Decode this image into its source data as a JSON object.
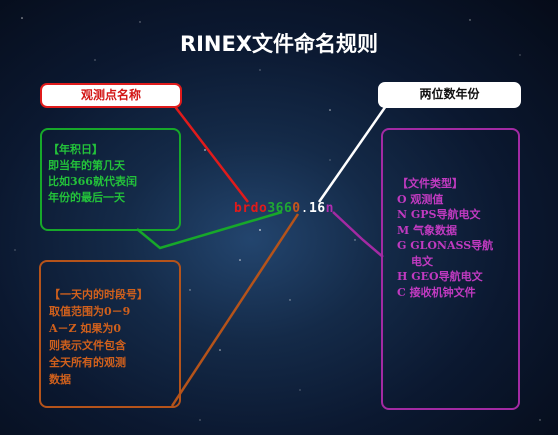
{
  "title": "RINEX文件命名规则",
  "labels": {
    "station": "观测点名称",
    "year": "两位数年份"
  },
  "filename": {
    "station": "brdo",
    "day": "366",
    "hour": "0",
    "dot": ".",
    "year": "16",
    "type": "n"
  },
  "day_of_year_box": [
    "【年积日】",
    "即当年的第几天",
    "比如366就代表闰",
    "年份的最后一天"
  ],
  "hour_box": [
    "【一天内的时段号】",
    "取值范围为0－9",
    "A－Z 如果为0",
    "则表示文件包含",
    "全天所有的观测",
    "数据"
  ],
  "type_box": [
    "【文件类型】",
    "O 观测值",
    "N GPS导航电文",
    "M 气象数据",
    "G GLONASS导航",
    "电文",
    "H GEO导航电文",
    "C 接收机钟文件"
  ],
  "colors": {
    "station": "#e01b1b",
    "day": "#17a82a",
    "hour": "#b5531a",
    "year": "#ffffff",
    "type": "#a32aa3"
  }
}
